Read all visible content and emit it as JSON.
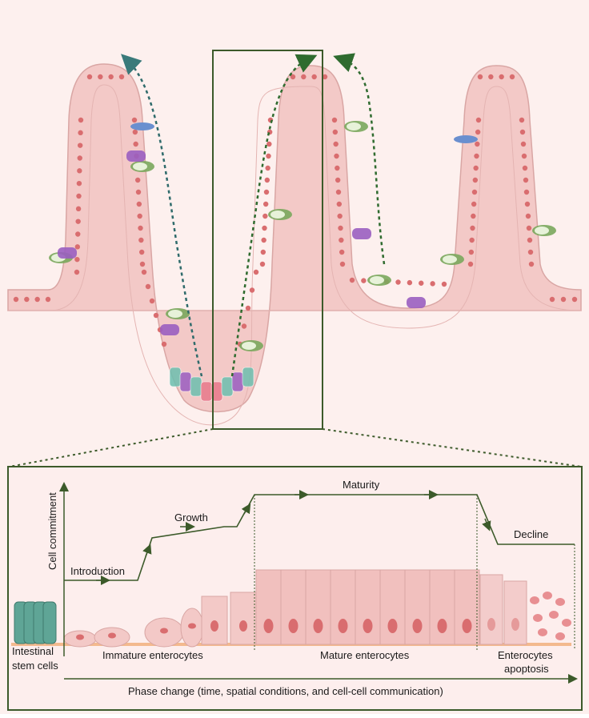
{
  "bottom": {
    "y_axis_label": "Cell commitment",
    "x_axis_label": "Phase change (time, spatial conditions, and cell-cell communication)",
    "phases": {
      "introduction": "Introduction",
      "growth": "Growth",
      "maturity": "Maturity",
      "decline": "Decline"
    },
    "cell_labels": {
      "stem_line1": "Intestinal",
      "stem_line2": "stem cells",
      "immature": "Immature enterocytes",
      "mature": "Mature enterocytes",
      "apoptosis_line1": "Enterocytes",
      "apoptosis_line2": "apoptosis"
    }
  },
  "colors": {
    "background": "#fdf0ee",
    "epithelium": "#f3c9c7",
    "nucleus": "#d96d6f",
    "frame": "#3c5a2a",
    "arrow": "#2f6b2f",
    "goblet": "#7aa75c",
    "tuft": "#9a5ec0",
    "enteroendocrine": "#6a8fcf",
    "stem": "#6cbfaf"
  }
}
